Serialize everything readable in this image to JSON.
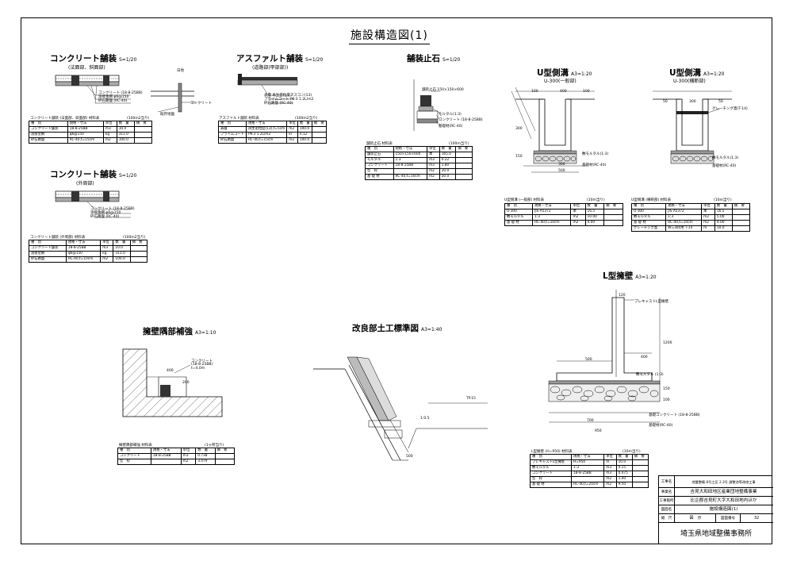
{
  "title": "施設構造図(1)",
  "sections": {
    "conc1": {
      "title": "コンクリート舗装",
      "scale": "S=1/20",
      "subtitle": "(法面部、斜面部)"
    },
    "asphalt": {
      "title": "アスファルト舗装",
      "scale": "S=1/20",
      "subtitle": "(道路部(甲部部))"
    },
    "stopper": {
      "title": "舗装止石",
      "scale": "S=1/20"
    },
    "u300": {
      "title": "U型側溝",
      "scale": "A3=1:20",
      "subtitle": "U-300(一般部)"
    },
    "u300x": {
      "title": "U型側溝",
      "scale": "A3=1:20",
      "subtitle": "U-300(横断部)"
    },
    "conc2": {
      "title": "コンクリート舗装",
      "scale": "S=1/20",
      "subtitle": "(外周部)"
    },
    "lwall": {
      "title": "L型擁壁",
      "scale": "A3=1:20"
    },
    "wallend": {
      "title": "擁壁隅部補強",
      "scale": "A3=1:10"
    },
    "improve": {
      "title": "改良部土工標準図",
      "scale": "A3=1:40"
    }
  },
  "labels": {
    "rojo": "日地",
    "conc_layers": [
      "コンクリート (18-8-25BB)",
      "溶接金網 φ6@150",
      "砕石路盤 (RC-40)"
    ],
    "conc_right": "コンクリート",
    "ground": "既存地盤",
    "asp_layers": [
      "表層 再生密粒度アスコン(13)",
      "プライムコート PK-3 1.2L/m2",
      "砕石路盤 (RC-40)"
    ],
    "stop_layers": [
      "舗装止石 150×150×600",
      "モルタル(1:3)",
      "コンクリート (18-8-25BB)",
      "基礎材(RC-40)"
    ],
    "u_layers": [
      "敷モルタル(1:3)",
      "基礎材(RC-40)"
    ],
    "grating": "グレーチング蓋(T-14)",
    "conc2_layers": [
      "コンクリート (18-8-25BB)",
      "溶接金網 φ6@150",
      "砕石路盤 (RC-40)"
    ],
    "lwall_top": "プレキャストL型擁壁",
    "lwall_mortar": "敷モルタル (1:3)",
    "lwall_conc": "基礎コンクリート (18-8-25BB)",
    "lwall_base": "基礎材(RC-40)",
    "wallend_conc": [
      "コンクリート",
      "(18-8-25BB)",
      "t=4.0m"
    ],
    "improve_dim1": "TP.15",
    "improve_dim2": "500",
    "improve_slope": "1:0.5"
  },
  "dims": {
    "u_top": [
      "100",
      "400",
      "100"
    ],
    "u_bottom": [
      "300",
      "500"
    ],
    "u_height": [
      "300",
      "150"
    ],
    "u_x_top": [
      "50",
      "300",
      "50"
    ],
    "lwall": [
      "120",
      "500",
      "400",
      "700",
      "950",
      "1200",
      "150",
      "100"
    ],
    "wallend": [
      "400",
      "200"
    ]
  },
  "tables": {
    "conc1": {
      "caption": "コンクリート舗装 (法面部、斜面部) 材料表",
      "unit": "(100m2当り)",
      "header": [
        "種　別",
        "規格・寸法",
        "単位",
        "数　量",
        "摘　要"
      ],
      "rows": [
        [
          "コンクリート舗装",
          "18-8-25BB",
          "m3",
          "10.0",
          ""
        ],
        [
          "溶接金網",
          "φ6@150",
          "kg",
          "311.0",
          ""
        ],
        [
          "砕石路盤",
          "RC-40,t=15cm",
          "m2",
          "100.0",
          ""
        ]
      ]
    },
    "asphalt": {
      "caption": "アスファルト舗装 材料表",
      "unit": "(100m2当り)",
      "header": [
        "種　別",
        "規格・寸法",
        "単位",
        "数　量",
        "摘　要"
      ],
      "rows": [
        [
          "表層",
          "再生密粒度(13),t=5cm",
          "m2",
          "100.0",
          ""
        ],
        [
          "プライムコート",
          "PK-3 1.2L/m2",
          "kl",
          "0.12",
          ""
        ],
        [
          "砕石路盤",
          "RC-40,t=15cm",
          "m2",
          "100.0",
          ""
        ]
      ]
    },
    "stopper": {
      "caption": "舗装止石 材料表",
      "unit": "(100m当り)",
      "header": [
        "種　別",
        "規格・寸法",
        "単位",
        "数　量",
        "摘　要"
      ],
      "rows": [
        [
          "舗装止石",
          "150×150×600",
          "本",
          "165.0",
          ""
        ],
        [
          "モルタル",
          "1:3",
          "m3",
          "0.22",
          ""
        ],
        [
          "コンクリート",
          "18-8-25BB",
          "m3",
          "1.80",
          ""
        ],
        [
          "型　枠",
          "",
          "m2",
          "20.0",
          ""
        ],
        [
          "基 礎 材",
          "RC-40,t=10cm",
          "m2",
          "20.0",
          ""
        ]
      ]
    },
    "u300": {
      "caption": "U型側溝 (一般部) 材料表",
      "unit": "(10m当り)",
      "header": [
        "種　別",
        "規格・寸法",
        "単位",
        "数　量",
        "摘　要"
      ],
      "rows": [
        [
          "U-300",
          "JIS A5372",
          "本",
          "16.5",
          ""
        ],
        [
          "敷モルタル",
          "1:3",
          "m2",
          "10.00",
          ""
        ],
        [
          "基 礎 材",
          "RC-40,t=10cm",
          "m2",
          "4.00",
          ""
        ]
      ]
    },
    "u300x": {
      "caption": "U型側溝 (横断部) 材料表",
      "unit": "(10m当り)",
      "header": [
        "種　別",
        "規格・寸法",
        "単位",
        "数　量",
        "摘　要"
      ],
      "rows": [
        [
          "U-300",
          "JIS A5372",
          "本",
          "16.5",
          ""
        ],
        [
          "敷モルタル",
          "1:3",
          "m2",
          "5.00",
          ""
        ],
        [
          "基 礎 材",
          "RC-40,t=10cm",
          "m2",
          "4.00",
          ""
        ],
        [
          "グレーチング蓋",
          "W=300用 T-14",
          "m",
          "10.0",
          ""
        ]
      ]
    },
    "conc2": {
      "caption": "コンクリート舗装 (外周部) 材料表",
      "unit": "(100m2当り)",
      "header": [
        "種　別",
        "規格・寸法",
        "単位",
        "数　量",
        "摘　要"
      ],
      "rows": [
        [
          "コンクリート舗装",
          "18-8-25BB",
          "m3",
          "10.0",
          ""
        ],
        [
          "溶接金網",
          "φ6@150",
          "kg",
          "311.0",
          ""
        ],
        [
          "砕石路盤",
          "RC-40,t=10cm",
          "m2",
          "100.0",
          ""
        ]
      ]
    },
    "wallend": {
      "caption": "擁壁隅部補強 材料表",
      "unit": "(1ヶ所当り)",
      "header": [
        "種　別",
        "規格・寸法",
        "単位",
        "数　量",
        "摘　要"
      ],
      "rows": [
        [
          "コンクリート",
          "18-8-25BB",
          "m3",
          "0.738",
          ""
        ],
        [
          "型　枠",
          "",
          "m2",
          "3.479",
          ""
        ]
      ]
    },
    "lwall": {
      "caption": "L型擁壁 (H=950) 材料表",
      "unit": "(10m当り)",
      "header": [
        "種　別",
        "規格・寸法",
        "単位",
        "数　量",
        "摘　要"
      ],
      "rows": [
        [
          "プレキャストL型擁壁",
          "H=950",
          "m",
          "10.0",
          ""
        ],
        [
          "敷モルタル",
          "1:3",
          "m3",
          "0.15",
          ""
        ],
        [
          "コンクリート",
          "18-8-25BB",
          "m3",
          "0.475",
          ""
        ],
        [
          "型　枠",
          "",
          "m2",
          "1.00",
          ""
        ],
        [
          "基 礎 材",
          "RC-40,t=20cm",
          "m2",
          "9.50",
          ""
        ]
      ]
    }
  },
  "title_block": {
    "rows": [
      {
        "label": "工事名",
        "value": "地盤整備 8号工区 2.3号 調整池等改修工事"
      },
      {
        "label": "事業名",
        "value": "吉見大和田地区産業団地整備事業"
      },
      {
        "label": "工事箇所",
        "value": "比企郡吉見町大字大和田地内ほか"
      },
      {
        "label": "図面名",
        "value": "施設構造図(1)"
      }
    ],
    "scale_label": "縮　尺",
    "scale_value": "図　示",
    "sheet_label": "図面番号",
    "sheet_value": "32",
    "office": "埼玉県地域整備事務所"
  }
}
